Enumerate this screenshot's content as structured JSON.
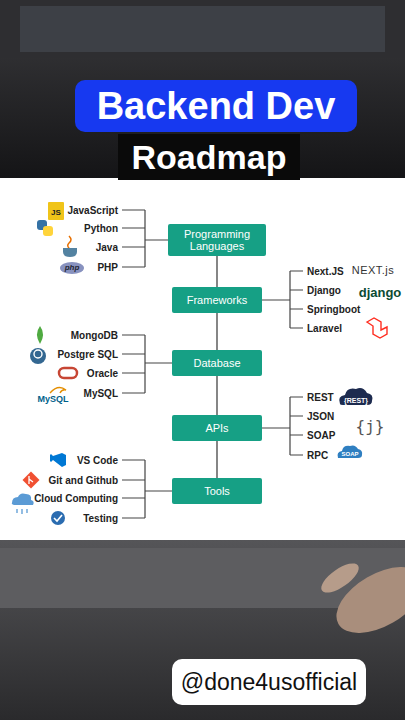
{
  "diagram": {
    "title": "Backend Dev",
    "nodes": [
      {
        "text": [
          "Programming Languages"
        ]
      },
      {
        "text": [
          "Frameworks"
        ]
      },
      {
        "text": [
          "Database"
        ]
      },
      {
        "text": [
          "APIs"
        ]
      },
      {
        "text": [
          "Tools"
        ]
      }
    ],
    "edges": [
      {
        "from": 0,
        "to": 1,
        "arrow": "none"
      },
      {
        "from": 1,
        "to": 2,
        "arrow": "none"
      },
      {
        "from": 2,
        "to": 3,
        "arrow": "none"
      },
      {
        "from": 3,
        "to": 4,
        "arrow": "none"
      }
    ],
    "labels": [
      "Roadmap",
      "JS",
      "JavaScript",
      "Python",
      "php",
      "Java",
      "PHP",
      "Next.JS",
      "NEXT.js",
      "Django",
      "django",
      "Springboot",
      "Laravel",
      "MongoDB",
      "Postgre SQL",
      "Oracle",
      "MySQL",
      "MySQL",
      "REST",
      "{REST}",
      "JSON",
      "{j}",
      "SOAP",
      "RPC",
      "SOAP",
      "VS Code",
      "Git and Github",
      "Cloud Computing",
      "Testing",
      "@done4usofficial"
    ]
  }
}
